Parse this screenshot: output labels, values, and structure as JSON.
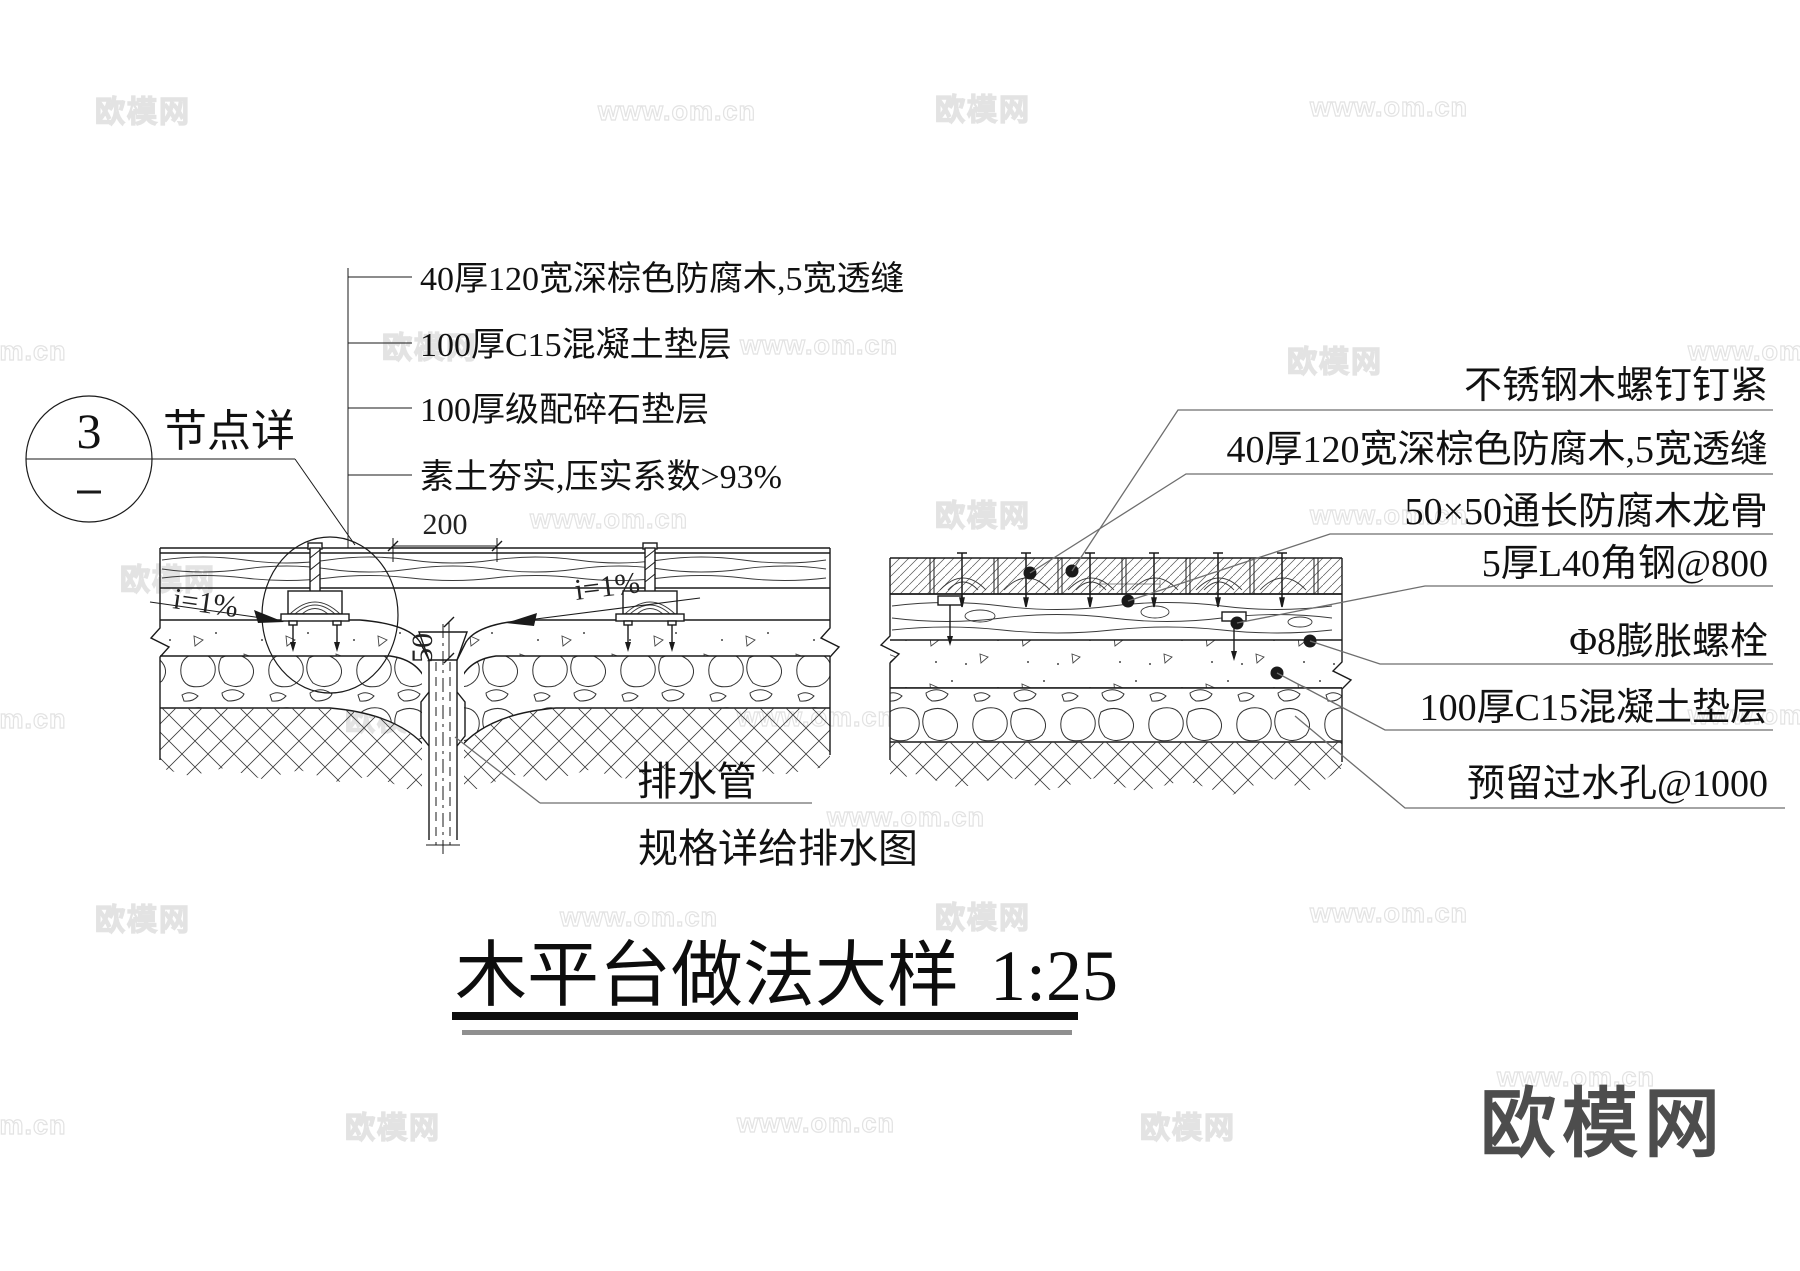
{
  "watermarks": {
    "logo": "欧模网",
    "url": "www.om.cn",
    "url_short": "om.cn",
    "big_logo": "欧模网"
  },
  "node_marker": {
    "number": "3",
    "label": "节点详"
  },
  "left_annotations": [
    "40厚120宽深棕色防腐木,5宽透缝",
    "100厚C15混凝土垫层",
    "100厚级配碎石垫层",
    "素土夯实,压实系数>93%"
  ],
  "left_detail": {
    "dim_width": "200",
    "dim_depth": "50",
    "slope_left": "i=1%",
    "slope_right": "i=1%",
    "drain_label": "排水管",
    "drain_note": "规格详给排水图"
  },
  "right_annotations": [
    "不锈钢木螺钉钉紧",
    "40厚120宽深棕色防腐木,5宽透缝",
    "50×50通长防腐木龙骨",
    "5厚L40角钢@800",
    "Φ8膨胀螺栓",
    "100厚C15混凝土垫层",
    "预留过水孔@1000"
  ],
  "title": {
    "text": "木平台做法大样",
    "scale": "1:25"
  },
  "colors": {
    "line": "#1a1a1a",
    "leader": "#6e6e6e",
    "watermark": "#e3e3e3",
    "big_logo": "#4d4d4d",
    "background": "#ffffff"
  }
}
